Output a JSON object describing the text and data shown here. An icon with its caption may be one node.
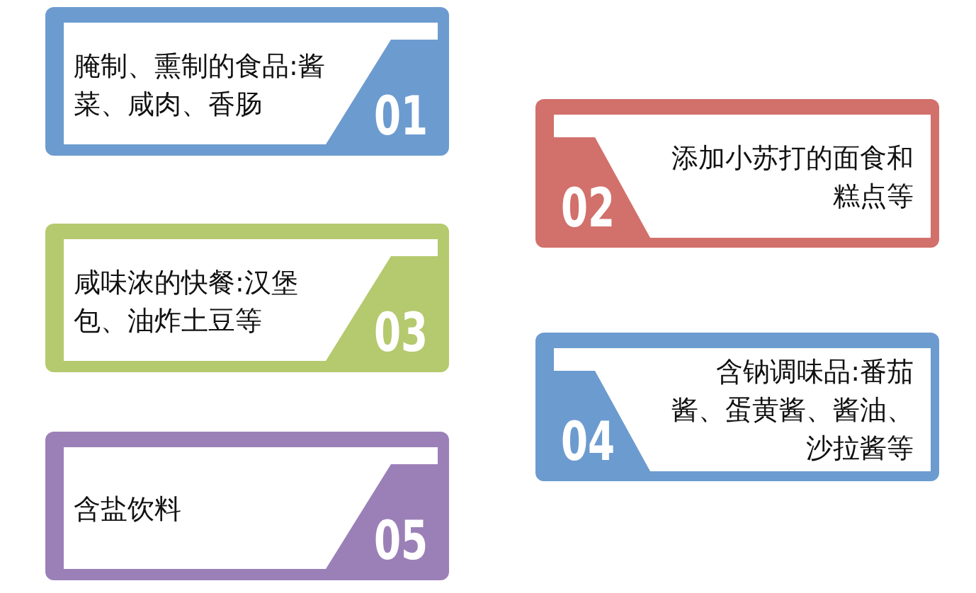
{
  "diagram": {
    "nodes": [
      {
        "text": [
          "腌制、熏制的食品:酱菜、咸肉、香肠",
          "01"
        ]
      },
      {
        "text": [
          "02",
          "添加小苏打的面食和糕点等"
        ]
      },
      {
        "text": [
          "咸味浓的快餐:汉堡包、油炸土豆等",
          "03"
        ]
      },
      {
        "text": [
          "04",
          "含钠调味品:番茄酱、蛋黄酱、酱油、沙拉酱等"
        ]
      },
      {
        "text": [
          "含盐饮料",
          "05"
        ]
      }
    ]
  }
}
